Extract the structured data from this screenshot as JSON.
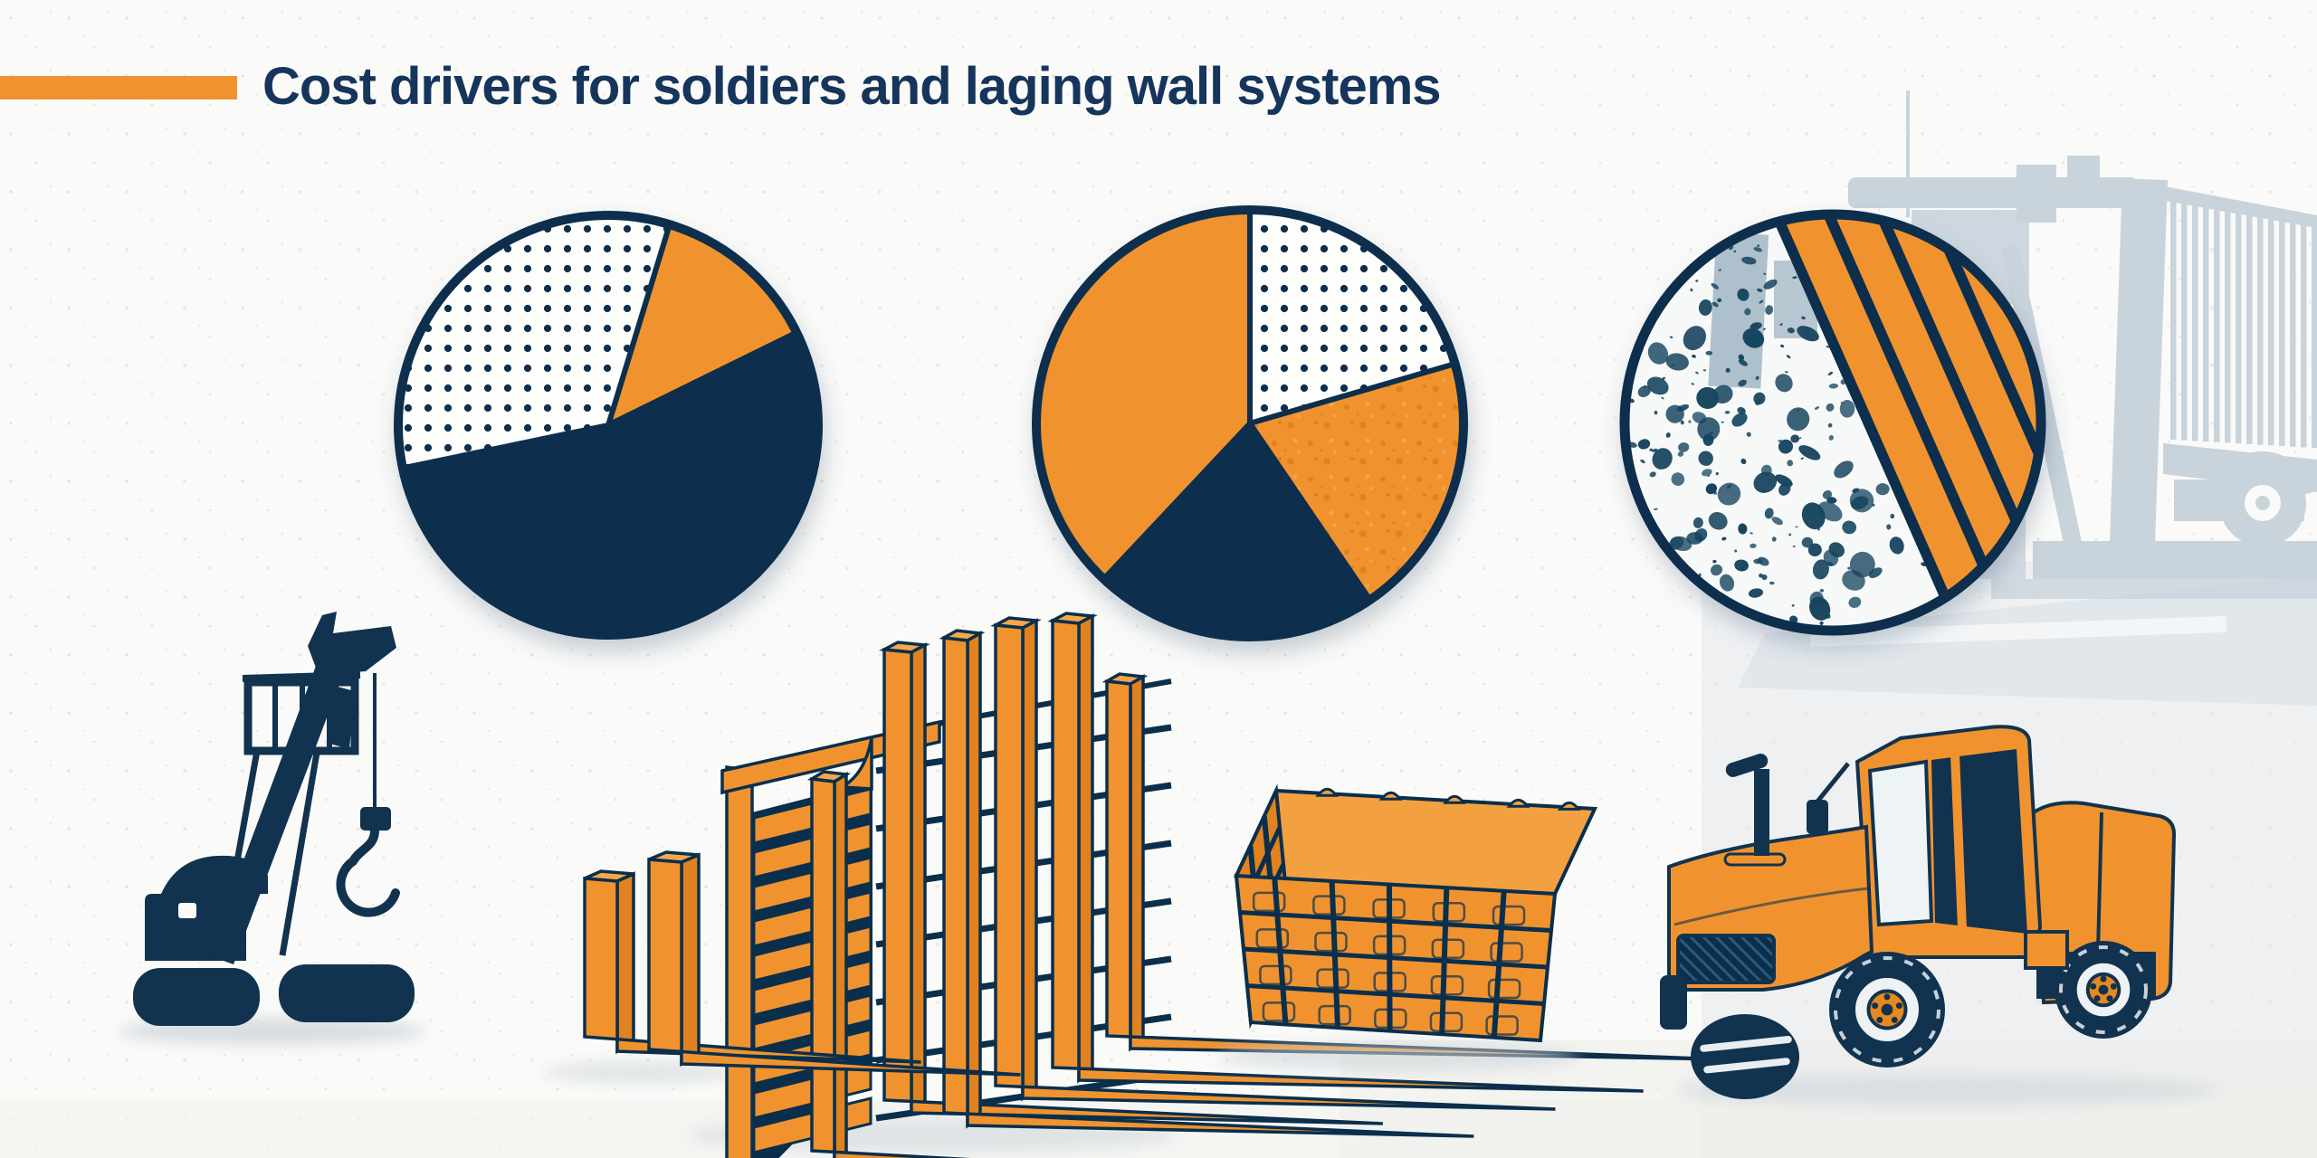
{
  "header": {
    "title": "Cost drivers for soldiers and laging wall systems",
    "accent_color": "#f0932f"
  },
  "palette": {
    "orange": "#f0932f",
    "orange_dark": "#e0821f",
    "orange_light": "#f5a74a",
    "orange_speckle": "#dd7f16",
    "navy": "#0a2f4d",
    "navy_soft": "#11334f",
    "title_color": "#16355c",
    "watermark_blue": "#c9d3dc",
    "watermark_blue_dark": "#b9c6d1",
    "paper": "#fafaf8",
    "pattern_white": "#fdfdfc",
    "soil_speckle": "#17455f",
    "soil_patch_gray": "#a9bdc9",
    "shadow_gray": "#ccd4da",
    "wash_gray": "#e3e8ec"
  },
  "background": {
    "watermark": "dump-truck-silhouette",
    "texture": "paper-speckle",
    "ground": "light-road-wash"
  },
  "chart_data": [
    {
      "type": "pie",
      "name": "pie-chart-1",
      "title": "",
      "legend": "none",
      "labels_shown": false,
      "start_angle_deg": 17,
      "center": "upper-left",
      "slices": [
        {
          "label": "solid-orange",
          "pattern": "orange",
          "value": 13
        },
        {
          "label": "solid-navy",
          "pattern": "navy",
          "value": 54
        },
        {
          "label": "dotted-white",
          "pattern": "dots",
          "value": 33
        }
      ]
    },
    {
      "type": "pie",
      "name": "pie-chart-2",
      "title": "",
      "legend": "none",
      "labels_shown": false,
      "start_angle_deg": 0,
      "center": "upper-middle",
      "slices": [
        {
          "label": "dotted-white",
          "pattern": "dots",
          "value": 20.5
        },
        {
          "label": "textured-orange",
          "pattern": "textured",
          "value": 20
        },
        {
          "label": "solid-navy",
          "pattern": "navy",
          "value": 21.5
        },
        {
          "label": "solid-orange",
          "pattern": "orange",
          "value": 38
        }
      ]
    },
    {
      "type": "detail-circle",
      "name": "lagging-detail-circle",
      "title": "",
      "segments": [
        {
          "label": "excavated-soil-texture",
          "value": 62
        },
        {
          "label": "lagging-board-stripes",
          "value": 38
        }
      ],
      "stripe_count": 7,
      "stripe_angle_deg": -23.8
    }
  ],
  "illustrations": [
    {
      "name": "drill-rig-silhouette",
      "color": "navy"
    },
    {
      "name": "soldier-pile-lagging-wall",
      "color": "orange"
    },
    {
      "name": "stacked-lagging-timbers",
      "color": "orange"
    },
    {
      "name": "roller-truck",
      "color": "orange"
    }
  ]
}
